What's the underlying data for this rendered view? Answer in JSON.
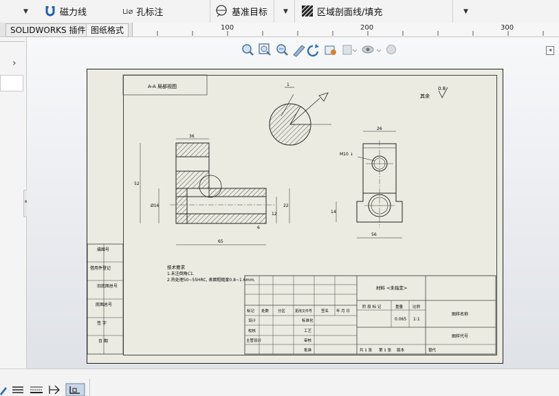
{
  "toolbar": {
    "magnetic_line": "磁力线",
    "hole_callout": "孔标注",
    "datum_target": "基准目标",
    "area_hatch": "区域剖面线/填充"
  },
  "tabs": {
    "solidworks_addins": "SOLIDWORKS 插件",
    "sheet_format": "图纸格式"
  },
  "ruler": {
    "marks": [
      "100",
      "200",
      "300"
    ]
  },
  "view_toolbar": {
    "icons": [
      "zoom-to-fit-icon",
      "zoom-to-area-icon",
      "zoom-in-out-icon",
      "sketch-pen-icon",
      "rotate-icon",
      "display-style-icon",
      "view-orientation-icon",
      "hide-show-icon",
      "appearance-icon"
    ]
  },
  "drawing": {
    "view_label": "A-A 局部视图",
    "dim_top": "36",
    "dim_height": "52",
    "dim_bottom": "65",
    "dia_left": "Ø16",
    "dim_r1": "22",
    "dim_r2": "12",
    "dim_6": "6",
    "dim_right_top": "26",
    "dim_right_bottom": "56",
    "dim_right_h": "14",
    "hole_callout": "M10 ↓",
    "surface_finish": "0.8",
    "other_label": "其余",
    "notes_title": "技术要求",
    "notes_1": "1.未注倒角C1.",
    "notes_2": "2.热处理50~55HRC, 表面粗糙度0.8~1.6mm.",
    "title_block": {
      "material": "材料 <未指定>",
      "stage": "阶 段 标 记",
      "weight_label": "重量",
      "scale_label": "比例",
      "weight": "0.065",
      "scale": "1:1",
      "drawing_name": "图样名称",
      "drawing_no": "图样代号",
      "mark": "标记",
      "count": "处数",
      "zone": "分区",
      "change_doc": "更改文件号",
      "sign": "签名",
      "date": "年 月 日",
      "design": "设计",
      "standardize": "标准化",
      "check": "校核",
      "process": "工艺",
      "chief": "主管设计",
      "audit": "审核",
      "approve": "批准",
      "sheets_total": "共 1 张",
      "sheet_n": "第 1 张",
      "version": "版本",
      "replace": "替代"
    },
    "side_block": [
      "借用件登记",
      "旧底图总号",
      "底图总号",
      "签 字",
      "日 期",
      "描图号"
    ]
  }
}
